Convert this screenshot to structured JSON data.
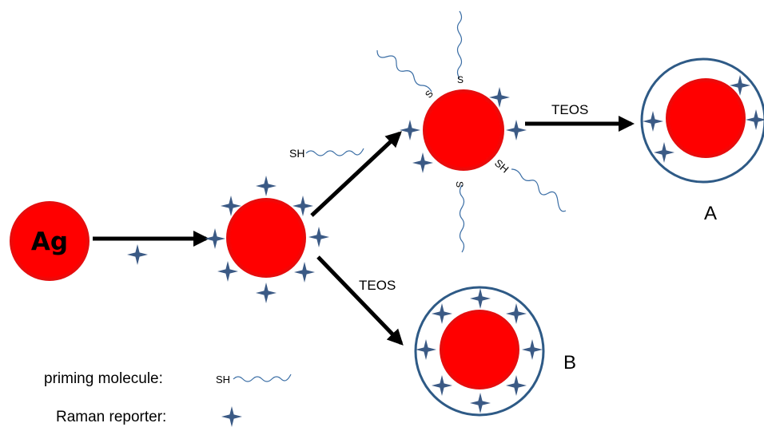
{
  "particle": {
    "core_label": "Ag",
    "core_color": "#ff0000",
    "shell_color": "#2e5a86",
    "reporter_color": "#3b5a85"
  },
  "steps": {
    "teos_top": "TEOS",
    "teos_bottom": "TEOS",
    "thiol_group": "SH",
    "sulfur": "S"
  },
  "products": {
    "a": "A",
    "b": "B"
  },
  "legend": {
    "priming_molecule_label": "priming molecule:",
    "priming_molecule_symbol": "SH",
    "raman_reporter_label": "Raman reporter:"
  }
}
